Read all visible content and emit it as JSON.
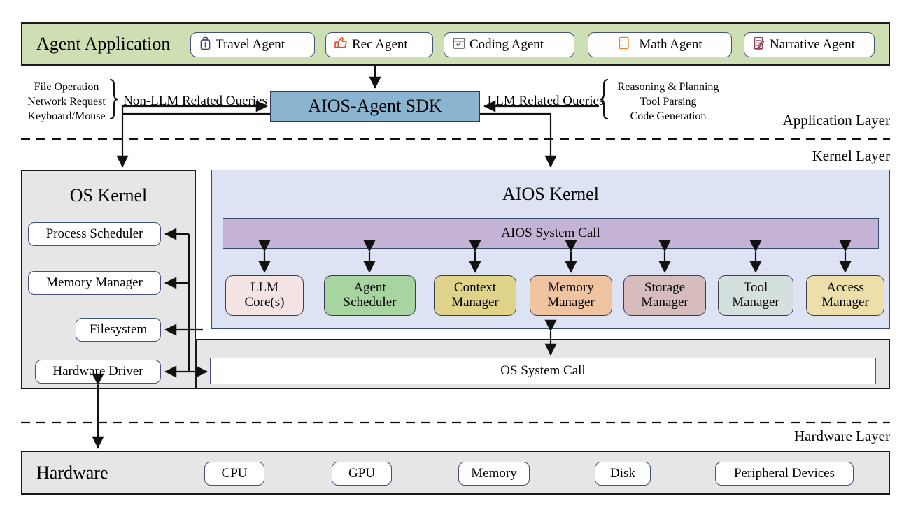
{
  "diagram": {
    "title": "AIOS layered architecture",
    "layers": [
      {
        "name": "Application Layer"
      },
      {
        "name": "Kernel Layer"
      },
      {
        "name": "Hardware Layer"
      }
    ]
  },
  "agent_application": {
    "title": "Agent Application",
    "agents": [
      {
        "label": "Travel Agent",
        "icon": "suitcase-icon",
        "color": "#3f4a7a"
      },
      {
        "label": "Rec Agent",
        "icon": "thumbs-up-icon",
        "color": "#d9512c"
      },
      {
        "label": "Coding Agent",
        "icon": "code-window-icon",
        "color": "#6b6b6b"
      },
      {
        "label": "Math Agent",
        "icon": "calculator-icon",
        "color": "#e08a33"
      },
      {
        "label": "Narrative Agent",
        "icon": "document-pen-icon",
        "color": "#8e3f5e"
      }
    ],
    "band_color": "#cfdfb4"
  },
  "sdk": {
    "label": "AIOS-Agent SDK",
    "color": "#8ab4d0",
    "left_edge_label": "Non-LLM Related Queries",
    "right_edge_label": "LLM Related Queries",
    "left_brace_items": [
      "File Operation",
      "Network Request",
      "Keyboard/Mouse"
    ],
    "right_brace_items": [
      "Reasoning & Planning",
      "Tool Parsing",
      "Code Generation"
    ]
  },
  "os_kernel": {
    "title": "OS Kernel",
    "band_color": "#e6e6e6",
    "modules": [
      {
        "label": "Process Scheduler"
      },
      {
        "label": "Memory Manager"
      },
      {
        "label": "Filesystem"
      },
      {
        "label": "Hardware Driver"
      }
    ]
  },
  "aios_kernel": {
    "title": "AIOS Kernel",
    "band_color": "#dde3f2",
    "system_call": {
      "label": "AIOS System Call",
      "color": "#c4b3d4"
    },
    "modules": [
      {
        "label_top": "LLM",
        "label_bottom": "Core(s)",
        "color": "#f3e3e3"
      },
      {
        "label_top": "Agent",
        "label_bottom": "Scheduler",
        "color": "#a8d4a0"
      },
      {
        "label_top": "Context",
        "label_bottom": "Manager",
        "color": "#e0d48a"
      },
      {
        "label_top": "Memory",
        "label_bottom": "Manager",
        "color": "#f0c4a0"
      },
      {
        "label_top": "Storage",
        "label_bottom": "Manager",
        "color": "#d6bcbc"
      },
      {
        "label_top": "Tool",
        "label_bottom": "Manager",
        "color": "#d4e0de"
      },
      {
        "label_top": "Access",
        "label_bottom": "Manager",
        "color": "#ecdfaa"
      }
    ]
  },
  "os_system_call": {
    "label": "OS System Call",
    "color": "#ffffff"
  },
  "hardware": {
    "title": "Hardware",
    "band_color": "#e6e6e6",
    "items": [
      {
        "label": "CPU"
      },
      {
        "label": "GPU"
      },
      {
        "label": "Memory"
      },
      {
        "label": "Disk"
      },
      {
        "label": "Peripheral Devices"
      }
    ]
  }
}
